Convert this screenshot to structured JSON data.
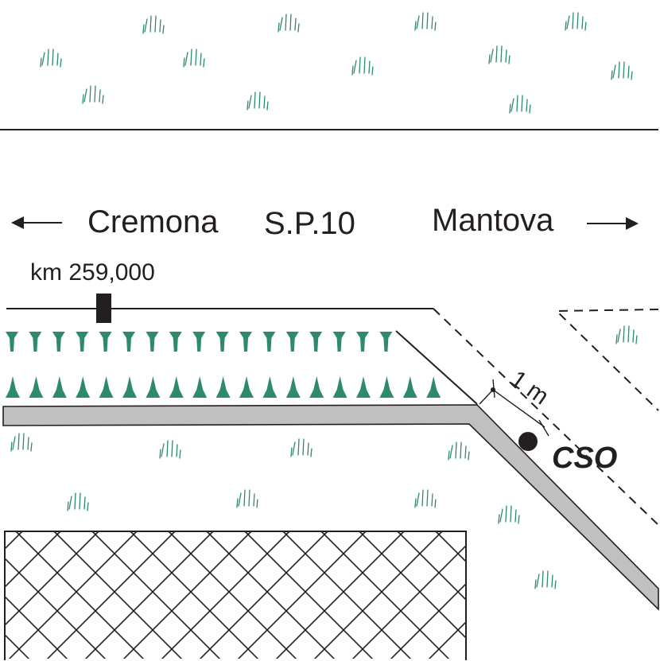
{
  "labels": {
    "west_town": "Cremona",
    "road_name": "S.P.10",
    "east_town": "Mantova",
    "km_marker": "km 259,000",
    "distance": "1 m",
    "station": "CSO"
  },
  "icons": {
    "west_arrow": "arrow-left-icon",
    "east_arrow": "arrow-right-icon",
    "grass": "grass-tuft-icon",
    "tree": "tree-icon",
    "km_post": "km-post-icon",
    "station_point": "station-point-icon"
  },
  "colors": {
    "ink": "#231f20",
    "vegetation": "#2e8b6a",
    "canal": "#c0c0c0"
  }
}
